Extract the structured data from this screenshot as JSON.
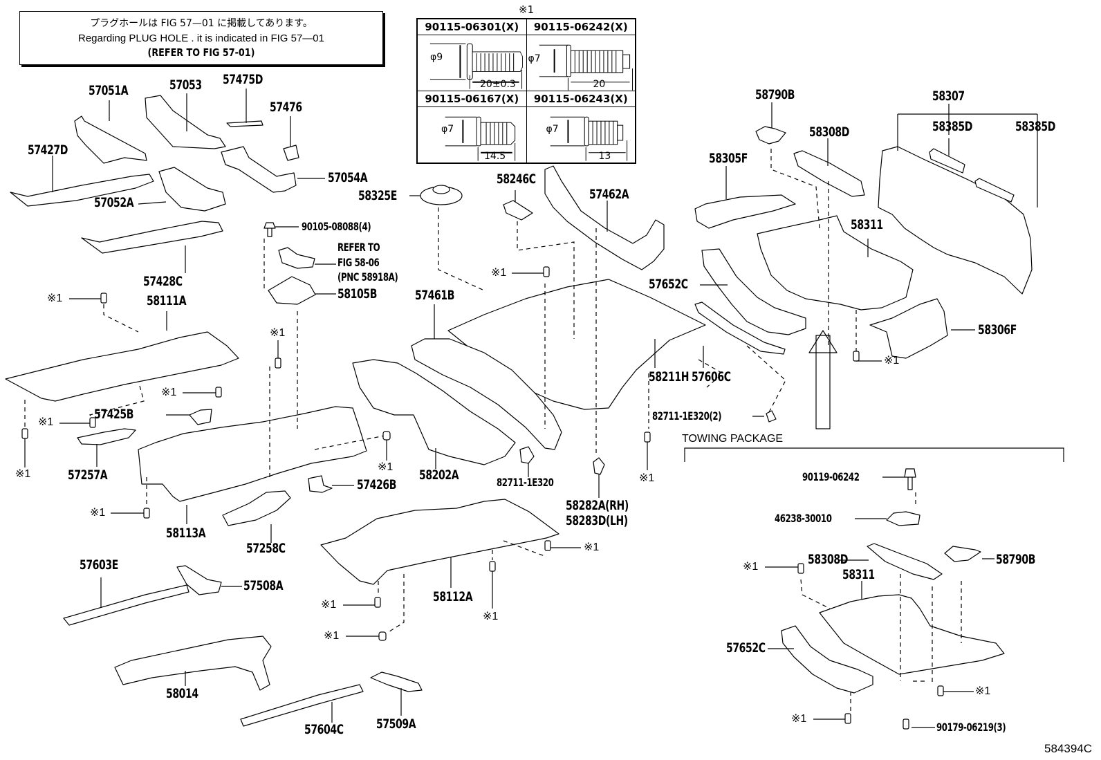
{
  "note": {
    "line_jp": "プラグホールは FIG 57—01 に掲載してあります。",
    "line_en": "Regarding  PLUG  HOLE . it is indicated in FIG  57—01",
    "line_ref": "(REFER TO FIG 57-01)"
  },
  "bolt_table": {
    "title": "※1",
    "cells": [
      {
        "part": "90115-06301(X)",
        "diameter": "φ9",
        "length": "20±0.3"
      },
      {
        "part": "90115-06242(X)",
        "diameter": "φ7",
        "length": "20"
      },
      {
        "part": "90115-06167(X)",
        "diameter": "φ7",
        "length": "14.5"
      },
      {
        "part": "90115-06243(X)",
        "diameter": "φ7",
        "length": "13"
      }
    ]
  },
  "callouts": [
    {
      "id": "57051A",
      "text": "57051A"
    },
    {
      "id": "57053",
      "text": "57053"
    },
    {
      "id": "57475D",
      "text": "57475D"
    },
    {
      "id": "57476",
      "text": "57476"
    },
    {
      "id": "57427D",
      "text": "57427D"
    },
    {
      "id": "57054A",
      "text": "57054A"
    },
    {
      "id": "57052A",
      "text": "57052A"
    },
    {
      "id": "57428C",
      "text": "57428C"
    },
    {
      "id": "58325E",
      "text": "58325E"
    },
    {
      "id": "90105",
      "text": "90105-08088(4)"
    },
    {
      "id": "refer1",
      "text": "REFER TO"
    },
    {
      "id": "refer2",
      "text": "FIG 58-06"
    },
    {
      "id": "refer3",
      "text": "(PNC 58918A)"
    },
    {
      "id": "58105B",
      "text": "58105B"
    },
    {
      "id": "58111A",
      "text": "58111A"
    },
    {
      "id": "58246C",
      "text": "58246C"
    },
    {
      "id": "57462A",
      "text": "57462A"
    },
    {
      "id": "57461B",
      "text": "57461B"
    },
    {
      "id": "58790B_top",
      "text": "58790B"
    },
    {
      "id": "58308D_top",
      "text": "58308D"
    },
    {
      "id": "58305F",
      "text": "58305F"
    },
    {
      "id": "58307",
      "text": "58307"
    },
    {
      "id": "58385D_a",
      "text": "58385D"
    },
    {
      "id": "58385D_b",
      "text": "58385D"
    },
    {
      "id": "58311_top",
      "text": "58311"
    },
    {
      "id": "57652C_top",
      "text": "57652C"
    },
    {
      "id": "58306F",
      "text": "58306F"
    },
    {
      "id": "58211H",
      "text": "58211H"
    },
    {
      "id": "57606C",
      "text": "57606C"
    },
    {
      "id": "82711_2",
      "text": "82711-1E320(2)"
    },
    {
      "id": "57425B",
      "text": "57425B"
    },
    {
      "id": "57257A",
      "text": "57257A"
    },
    {
      "id": "58113A",
      "text": "58113A"
    },
    {
      "id": "57258C",
      "text": "57258C"
    },
    {
      "id": "57426B",
      "text": "57426B"
    },
    {
      "id": "58202A",
      "text": "58202A"
    },
    {
      "id": "82711",
      "text": "82711-1E320"
    },
    {
      "id": "58282A",
      "text": "58282A(RH)"
    },
    {
      "id": "58283D",
      "text": "58283D(LH)"
    },
    {
      "id": "57603E",
      "text": "57603E"
    },
    {
      "id": "57508A",
      "text": "57508A"
    },
    {
      "id": "58112A",
      "text": "58112A"
    },
    {
      "id": "58014",
      "text": "58014"
    },
    {
      "id": "57604C",
      "text": "57604C"
    },
    {
      "id": "57509A",
      "text": "57509A"
    },
    {
      "id": "90119",
      "text": "90119-06242"
    },
    {
      "id": "46238",
      "text": "46238-30010"
    },
    {
      "id": "58308D_tow",
      "text": "58308D"
    },
    {
      "id": "58790B_tow",
      "text": "58790B"
    },
    {
      "id": "58311_tow",
      "text": "58311"
    },
    {
      "id": "57652C_tow",
      "text": "57652C"
    },
    {
      "id": "90179",
      "text": "90179-06219(3)"
    }
  ],
  "ref_marks": {
    "text": "※1",
    "count": 17
  },
  "towing_package": {
    "label": "TOWING PACKAGE"
  },
  "figure_number": "584394C"
}
